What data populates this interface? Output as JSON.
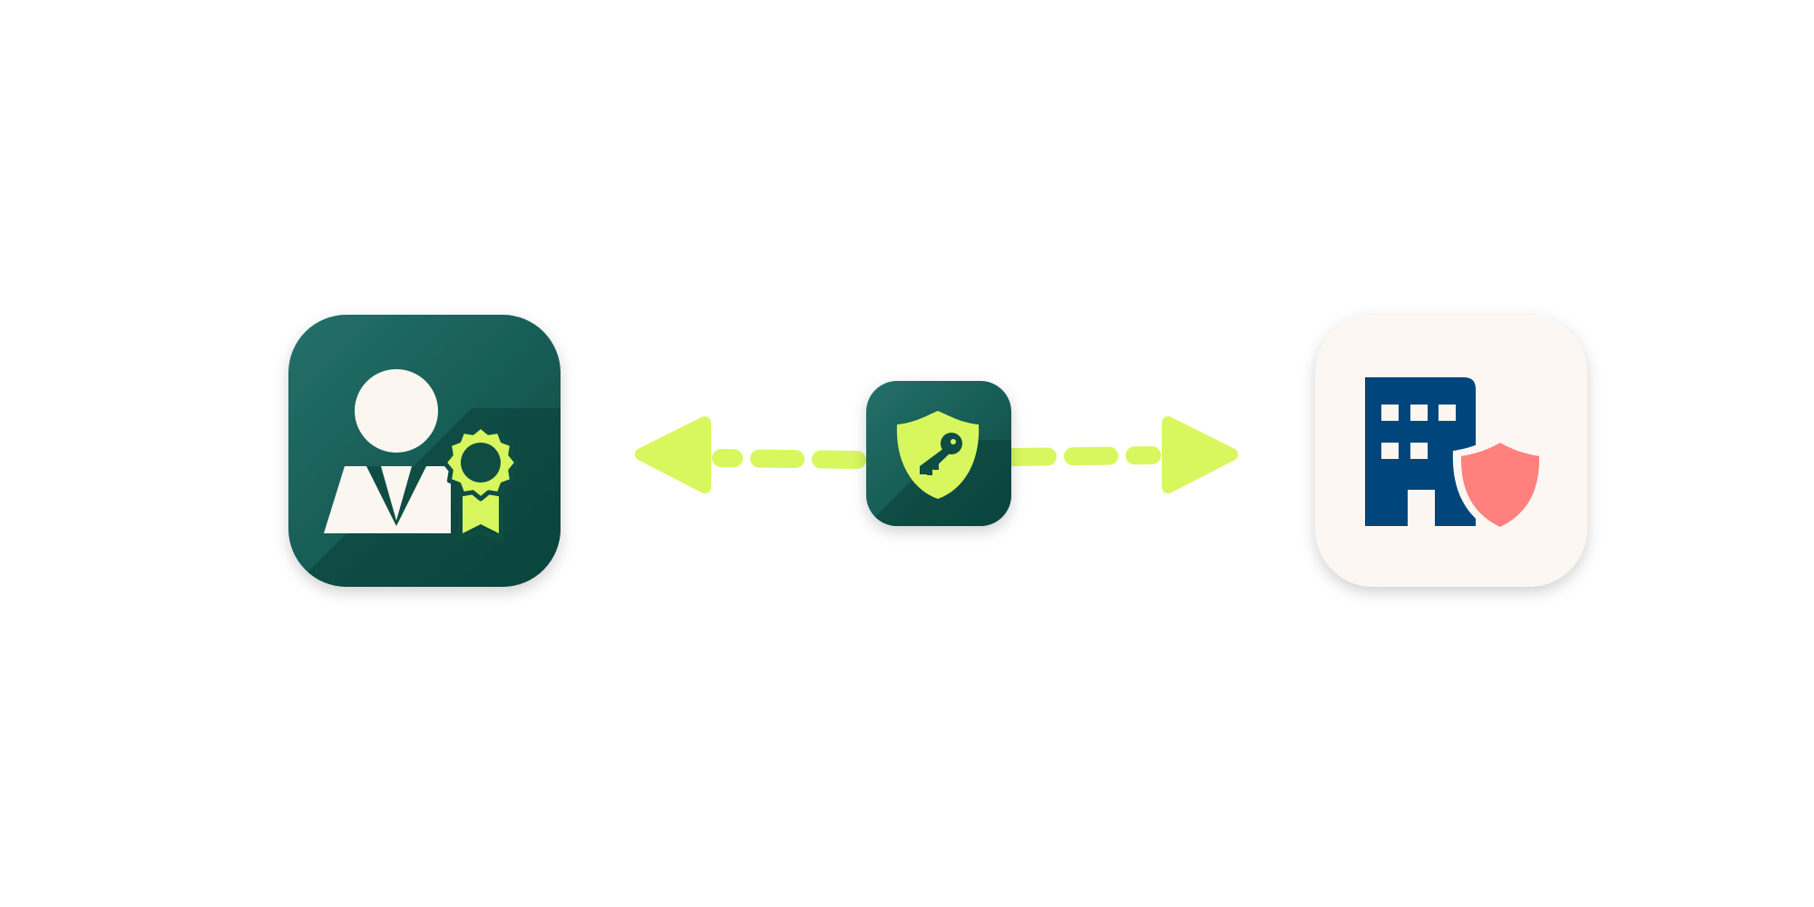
{
  "diagram": {
    "nodes": [
      {
        "id": "certified-user",
        "icon": "certified-user-icon",
        "tile": "dark-green"
      },
      {
        "id": "security-key",
        "icon": "shield-key-icon",
        "tile": "dark-green"
      },
      {
        "id": "secure-organization",
        "icon": "building-shield-icon",
        "tile": "light"
      }
    ],
    "connectors": [
      {
        "from": "security-key",
        "to": "certified-user",
        "style": "dashed-arrow"
      },
      {
        "from": "security-key",
        "to": "secure-organization",
        "style": "dashed-arrow"
      }
    ]
  },
  "colors": {
    "tile_dark_start": "#24706a",
    "tile_dark_end": "#0b4a41",
    "tile_shadow": "#0a3f38",
    "tile_light": "#fcf7f2",
    "accent_lime": "#d8f75f",
    "cream": "#fcf6f0",
    "building_blue": "#00467c",
    "shield_coral": "#ff807d",
    "key_dark": "#0f4d43"
  }
}
